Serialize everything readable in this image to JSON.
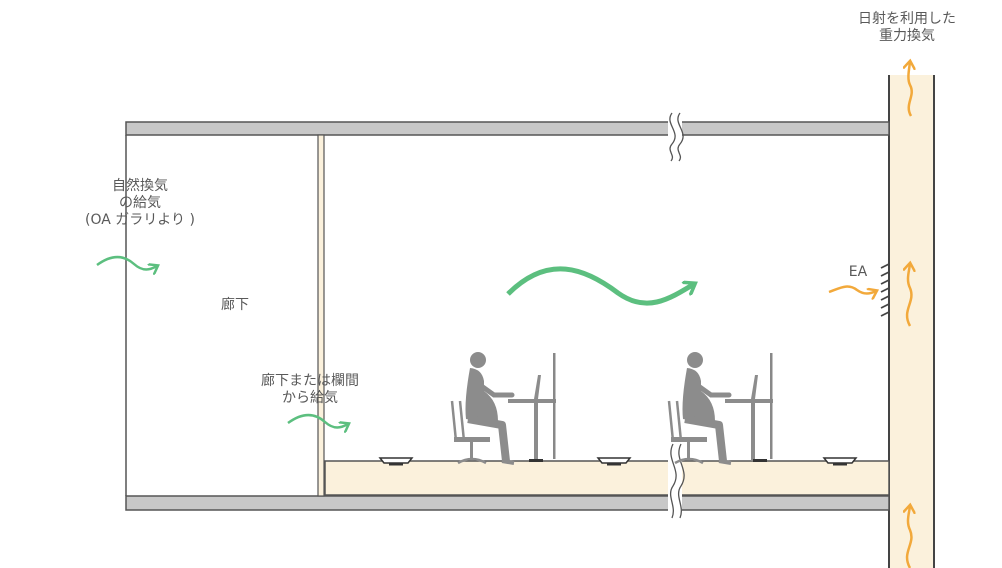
{
  "labels": {
    "solar_gravity_ventilation": [
      "日射を利用した",
      "重力換気"
    ],
    "natural_supply": [
      "自然換気",
      "の給気",
      "(OA ガラリより )"
    ],
    "corridor": "廊下",
    "corridor_supply": [
      "廊下または欄間",
      "から給気"
    ],
    "exhaust": "EA"
  },
  "colors": {
    "slab": "#c8c8c8",
    "outline": "#555555",
    "floor_fill": "#fbf1dc",
    "shaft_fill": "#fbf1dc",
    "green_arrow": "#5cbf7f",
    "orange_arrow": "#f2a93b",
    "person": "#8c8c8c",
    "text": "#595959"
  },
  "icons": [
    "person-at-desk-icon",
    "air-diffuser-icon",
    "break-mark-icon",
    "louver-icon"
  ]
}
